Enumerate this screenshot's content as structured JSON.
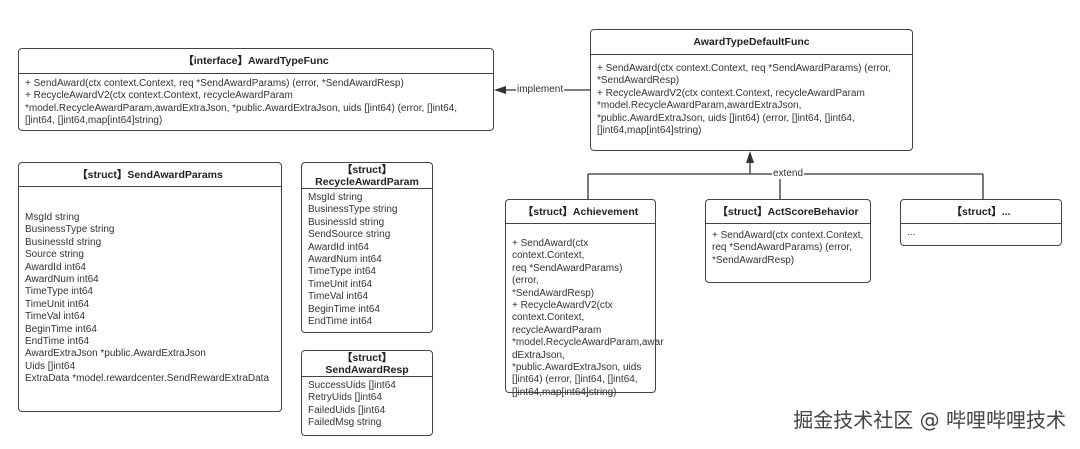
{
  "interface_box": {
    "title": "【interface】AwardTypeFunc",
    "body": "+ SendAward(ctx context.Context, req *SendAwardParams) (error, *SendAwardResp)\n+ RecycleAwardV2(ctx context.Context, recycleAwardParam\n*model.RecycleAwardParam,awardExtraJson, *public.AwardExtraJson, uids []int64) (error, []int64,\n[]int64, []int64,map[int64]string)"
  },
  "default_box": {
    "title": "AwardTypeDefaultFunc",
    "body": "+ SendAward(ctx context.Context, req *SendAwardParams) (error,\n*SendAwardResp)\n+ RecycleAwardV2(ctx context.Context, recycleAwardParam\n*model.RecycleAwardParam,awardExtraJson,\n*public.AwardExtraJson, uids []int64) (error, []int64, []int64,\n[]int64,map[int64]string)"
  },
  "send_award_params": {
    "title": "【struct】SendAwardParams",
    "body": "MsgId string\nBusinessType string\nBusinessId string\nSource string\nAwardId int64\nAwardNum int64\nTimeType int64\nTimeUnit int64\nTimeVal int64\nBeginTime int64\nEndTime int64\nAwardExtraJson *public.AwardExtraJson\nUids []int64\nExtraData *model.rewardcenter.SendRewardExtraData"
  },
  "recycle_award_param": {
    "title": "【struct】\nRecycleAwardParam",
    "body": "MsgId string\nBusinessType string\nBusinessId string\nSendSource string\nAwardId int64\nAwardNum int64\nTimeType int64\nTimeUnit int64\nTimeVal int64\nBeginTime int64\nEndTime int64"
  },
  "send_award_resp": {
    "title": "【struct】\nSendAwardResp",
    "body": "SuccessUids []int64\nRetryUids []int64\nFailedUids []int64\nFailedMsg string"
  },
  "achievement": {
    "title": "【struct】Achievement",
    "body": "+ SendAward(ctx context.Context,\nreq *SendAwardParams) (error,\n*SendAwardResp)\n+ RecycleAwardV2(ctx\ncontext.Context,\nrecycleAwardParam\n*model.RecycleAwardParam,awar\ndExtraJson,\n*public.AwardExtraJson, uids\n[]int64) (error, []int64, []int64,\n[]int64,map[int64]string)"
  },
  "act_score": {
    "title": "【struct】ActScoreBehavior",
    "body": "+ SendAward(ctx context.Context,\nreq *SendAwardParams) (error,\n*SendAwardResp)"
  },
  "other_struct": {
    "title": "【struct】...",
    "body": "..."
  },
  "relations": {
    "implement": "implement",
    "extend": "extend"
  },
  "watermark": "掘金技术社区 @ 哔哩哔哩技术"
}
